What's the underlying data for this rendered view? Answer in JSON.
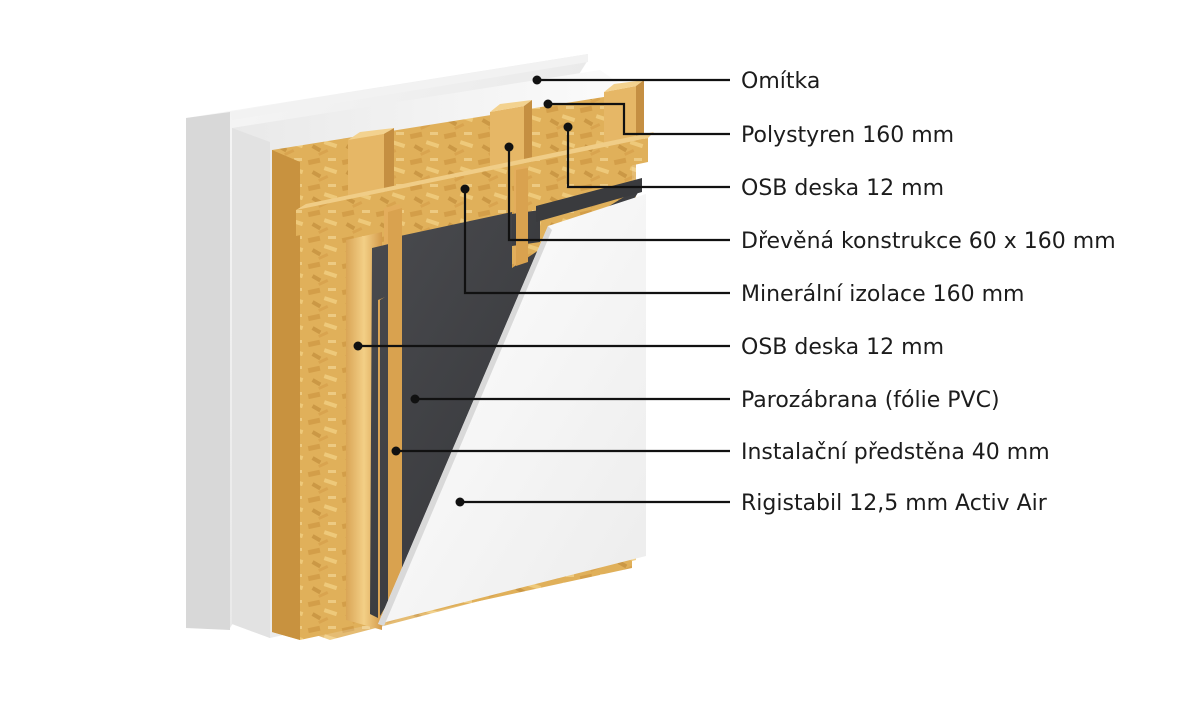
{
  "layers": [
    {
      "id": "omitka",
      "label": "Omítka"
    },
    {
      "id": "polystyren",
      "label": "Polystyren 160 mm"
    },
    {
      "id": "osb-outer",
      "label": "OSB deska 12 mm"
    },
    {
      "id": "konstrukce",
      "label": "Dřevěná konstrukce 60 x 160 mm"
    },
    {
      "id": "mineralni",
      "label": "Minerální izolace 160 mm"
    },
    {
      "id": "osb-inner",
      "label": "OSB deska 12 mm"
    },
    {
      "id": "parozabrana",
      "label": "Parozábrana (fólie PVC)"
    },
    {
      "id": "predstena",
      "label": "Instalační předstěna 40 mm"
    },
    {
      "id": "rigistabil",
      "label": "Rigistabil 12,5 mm Activ Air"
    }
  ],
  "colors": {
    "plaster": "#eeeeee",
    "plaster_edge": "#c9c9c9",
    "polystyrene": "#f6f6f6",
    "osb": "#e2b35a",
    "osb_dark": "#b98632",
    "timber": "#f0c77a",
    "timber_dark": "#c9974a",
    "membrane": "#3c3d40",
    "board": "#f7f7f7",
    "line": "#111111"
  }
}
